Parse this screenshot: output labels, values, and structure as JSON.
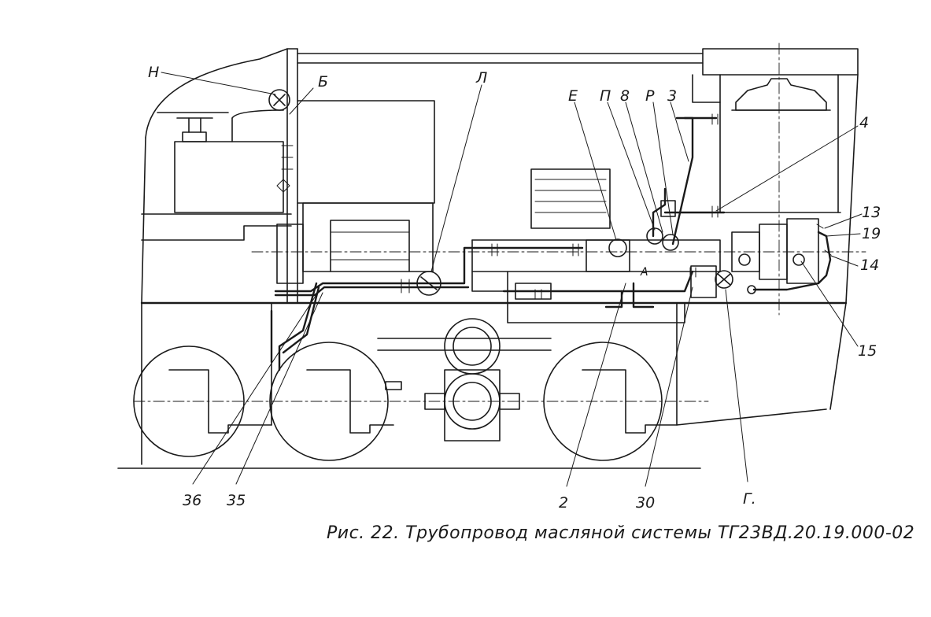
{
  "caption": "Рис. 22. Трубопровод масляной системы ТГ23ВД.20.19.000-02",
  "labels": {
    "H": "Н",
    "B": "Б",
    "L": "Л",
    "E": "Е",
    "P": "П",
    "v8": "8",
    "R": "Р",
    "n3": "3",
    "n4": "4",
    "n13": "13",
    "n19": "19",
    "n14": "14",
    "n15": "15",
    "n36": "36",
    "n35": "35",
    "n2": "2",
    "n30": "30",
    "G": "Г.",
    "A": "А"
  }
}
